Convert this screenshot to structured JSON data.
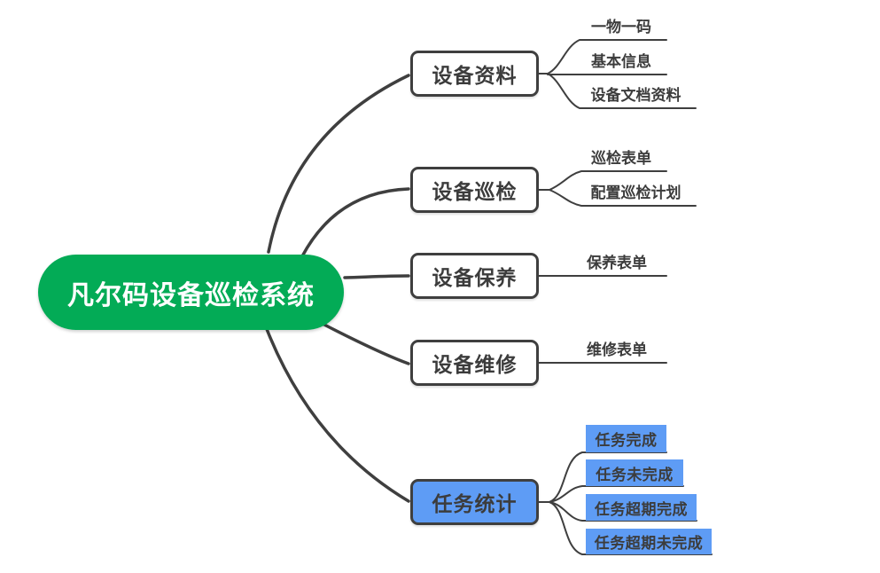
{
  "root": {
    "label": "凡尔码设备巡检系统"
  },
  "branches": [
    {
      "label": "设备资料",
      "highlighted": false,
      "children": [
        {
          "label": "一物一码",
          "highlighted": false
        },
        {
          "label": "基本信息",
          "highlighted": false
        },
        {
          "label": "设备文档资料",
          "highlighted": false
        }
      ]
    },
    {
      "label": "设备巡检",
      "highlighted": false,
      "children": [
        {
          "label": "巡检表单",
          "highlighted": false
        },
        {
          "label": "配置巡检计划",
          "highlighted": false
        }
      ]
    },
    {
      "label": "设备保养",
      "highlighted": false,
      "children": [
        {
          "label": "保养表单",
          "highlighted": false
        }
      ]
    },
    {
      "label": "设备维修",
      "highlighted": false,
      "children": [
        {
          "label": "维修表单",
          "highlighted": false
        }
      ]
    },
    {
      "label": "任务统计",
      "highlighted": true,
      "children": [
        {
          "label": "任务完成",
          "highlighted": true
        },
        {
          "label": "任务未完成",
          "highlighted": true
        },
        {
          "label": "任务超期完成",
          "highlighted": true
        },
        {
          "label": "任务超期未完成",
          "highlighted": true
        }
      ]
    }
  ],
  "colors": {
    "root_fill": "#03AB56",
    "highlight_fill": "#5E9CF5",
    "line": "#3F3F3F",
    "node_text": "#3C3C3C",
    "root_text": "#FFFFFF",
    "node_fill": "#FFFFFF"
  }
}
